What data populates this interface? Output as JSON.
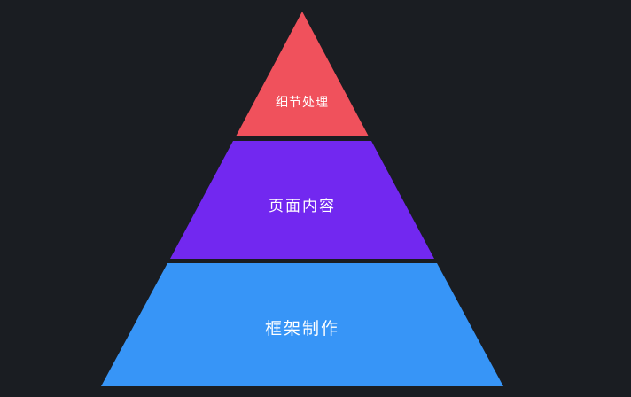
{
  "background_color": "#1a1d22",
  "diagram": {
    "type": "pyramid",
    "layers": [
      {
        "label": "细节处理",
        "color": "#f0515c"
      },
      {
        "label": "页面内容",
        "color": "#7228f0"
      },
      {
        "label": "框架制作",
        "color": "#3795f7"
      }
    ]
  }
}
